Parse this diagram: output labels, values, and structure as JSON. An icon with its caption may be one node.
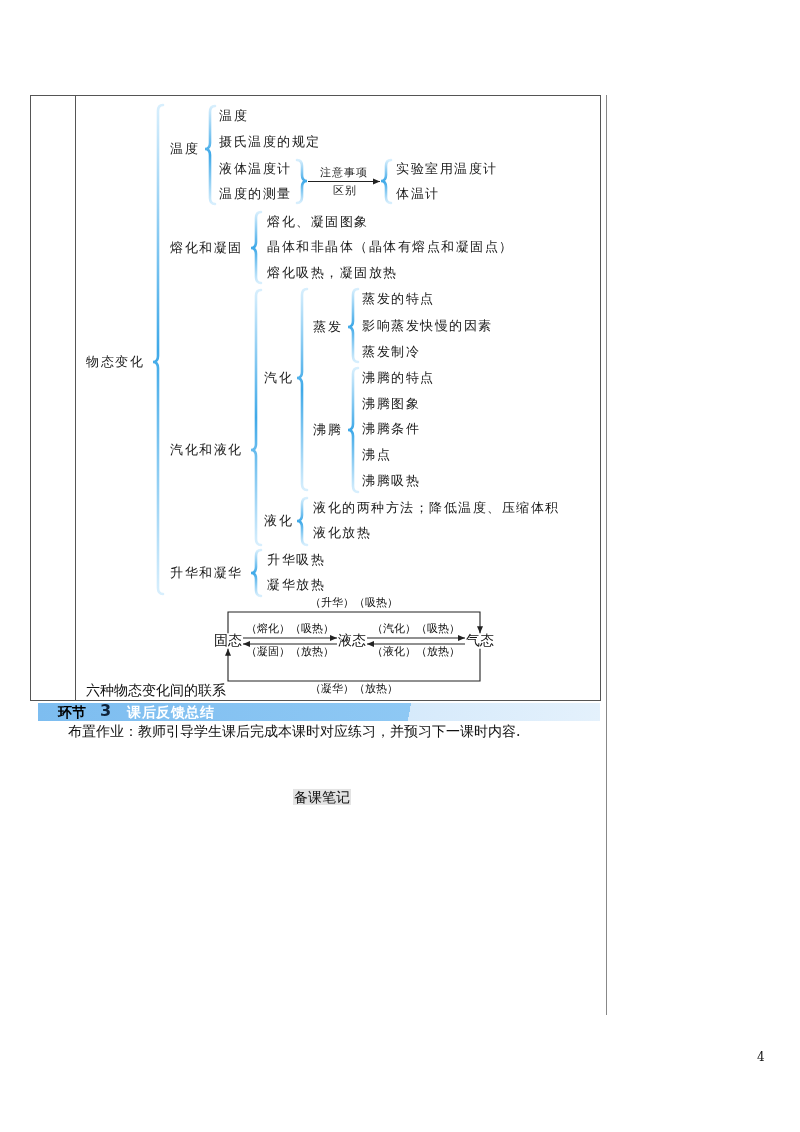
{
  "diagram": {
    "nodes": [
      {
        "text": [],
        "shape": "brace"
      },
      {
        "text": [],
        "shape": "brace"
      },
      {
        "text": [
          "固态"
        ]
      },
      {
        "text": [
          "液态"
        ]
      },
      {
        "text": [
          "气态"
        ]
      }
    ],
    "edges": [
      {
        "from": 0,
        "to": 1,
        "arrow": "to",
        "label": "注意事项"
      },
      {
        "from": 2,
        "to": 3,
        "arrow": "to",
        "label": "（熔化）（吸热）"
      },
      {
        "from": 3,
        "to": 2,
        "arrow": "to",
        "label": "（凝固）（放热）"
      },
      {
        "from": 3,
        "to": 4,
        "arrow": "to",
        "label": "（汽化）（吸热）"
      },
      {
        "from": 4,
        "to": 3,
        "arrow": "to",
        "label": "（液化）（放热）"
      },
      {
        "from": 2,
        "to": 4,
        "arrow": "to",
        "label": "（升华）（吸热）"
      },
      {
        "from": 4,
        "to": 2,
        "arrow": "to",
        "label": "（凝华）（放热）"
      }
    ],
    "labels": [
      "物态变化",
      "温度",
      "温度",
      "摄氏温度的规定",
      "液体温度计",
      "温度的测量",
      "区别",
      "实验室用温度计",
      "体温计",
      "熔化和凝固",
      "熔化、凝固图象",
      "晶体和非晶体（晶体有熔点和凝固点）",
      "熔化吸热，凝固放热",
      "汽化和液化",
      "汽化",
      "蒸发",
      "蒸发的特点",
      "影响蒸发快慢的因素",
      "蒸发制冷",
      "沸腾",
      "沸腾的特点",
      "沸腾图象",
      "沸腾条件",
      "沸点",
      "沸腾吸热",
      "液化",
      "液化的两种方法；降低温度、压缩体积",
      "液化放热",
      "升华和凝华",
      "升华吸热",
      "凝华放热",
      "六种物态变化间的联系",
      "环节",
      "3",
      "课后反馈总结",
      "布置作业：教师引导学生课后完成本课时对应练习，并预习下一课时内容.",
      "备课笔记",
      "4"
    ]
  }
}
